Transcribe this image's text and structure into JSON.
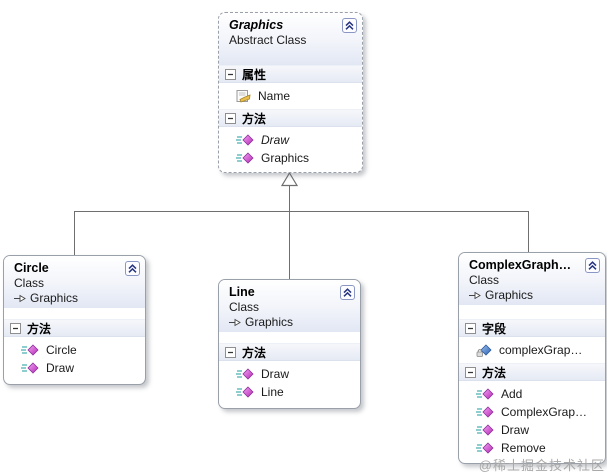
{
  "diagram": {
    "tool": "class-designer",
    "watermark": "@稀土掘金技术社区",
    "colors": {
      "box_border": "#9aa0aa",
      "connector": "#6f6f6f",
      "method_icon": "#cf52cf",
      "field_icon": "#3a6fc4",
      "chevron": "#26357f",
      "header_gradient_bottom": "#e2e7f4"
    },
    "icons": {
      "collapse": "chevron-up-double",
      "section_toggle": "minus",
      "method": "magenta-diamond-with-lines",
      "property": "document-hand",
      "field": "blue-diamond-with-lock",
      "inherits": "right-open-arrow",
      "inheritance": "hollow-triangle-up"
    }
  },
  "classes": {
    "graphics": {
      "title": "Graphics",
      "kind": "Abstract Class",
      "sections": {
        "properties": {
          "label": "属性",
          "members": {
            "name": {
              "label": "Name"
            }
          }
        },
        "methods": {
          "label": "方法",
          "members": {
            "draw": {
              "label": "Draw"
            },
            "graphics": {
              "label": "Graphics"
            }
          }
        }
      }
    },
    "circle": {
      "title": "Circle",
      "kind": "Class",
      "base": "Graphics",
      "sections": {
        "methods": {
          "label": "方法",
          "members": {
            "circle": {
              "label": "Circle"
            },
            "draw": {
              "label": "Draw"
            }
          }
        }
      }
    },
    "line": {
      "title": "Line",
      "kind": "Class",
      "base": "Graphics",
      "sections": {
        "methods": {
          "label": "方法",
          "members": {
            "draw": {
              "label": "Draw"
            },
            "line": {
              "label": "Line"
            }
          }
        }
      }
    },
    "complexgraph": {
      "title": "ComplexGraph…",
      "kind": "Class",
      "base": "Graphics",
      "sections": {
        "fields": {
          "label": "字段",
          "members": {
            "complexgraph_field": {
              "label": "complexGrap…"
            }
          }
        },
        "methods": {
          "label": "方法",
          "members": {
            "add": {
              "label": "Add"
            },
            "ctor": {
              "label": "ComplexGrap…"
            },
            "draw": {
              "label": "Draw"
            },
            "remove": {
              "label": "Remove"
            }
          }
        }
      }
    }
  }
}
